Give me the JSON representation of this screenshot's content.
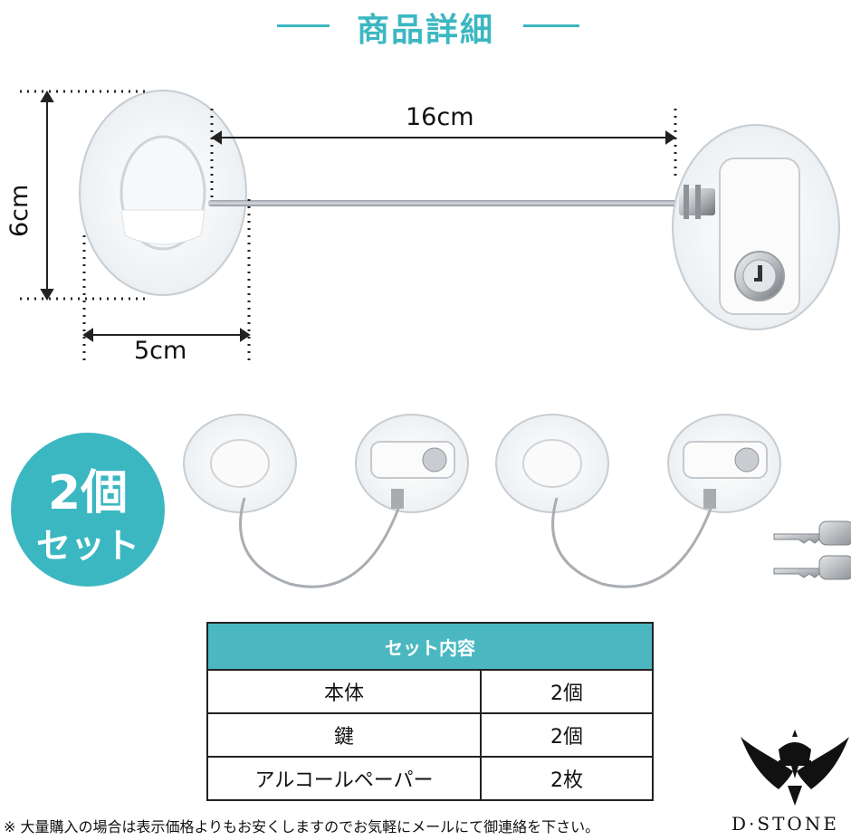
{
  "header": {
    "title": "商品詳細",
    "accent": "#3bb7c2"
  },
  "dimensions": {
    "height": "6cm",
    "width": "5cm",
    "length": "16cm"
  },
  "badge": {
    "line1": "2個",
    "line2": "セット",
    "color": "#3bb7c2"
  },
  "set_table": {
    "title": "セット内容",
    "header_color": "#4bb8c1",
    "rows": [
      {
        "item": "本体",
        "qty": "2個"
      },
      {
        "item": "鍵",
        "qty": "2個"
      },
      {
        "item": "アルコールペーパー",
        "qty": "2枚"
      }
    ]
  },
  "note": "※ 大量購入の場合は表示価格よりもお安くしますのでお気軽にメールにて御連絡を下さい。",
  "brand": {
    "name": "D·STONE"
  },
  "icons": [
    "crown-wings-logo-icon",
    "key-icon",
    "lock-icon"
  ]
}
